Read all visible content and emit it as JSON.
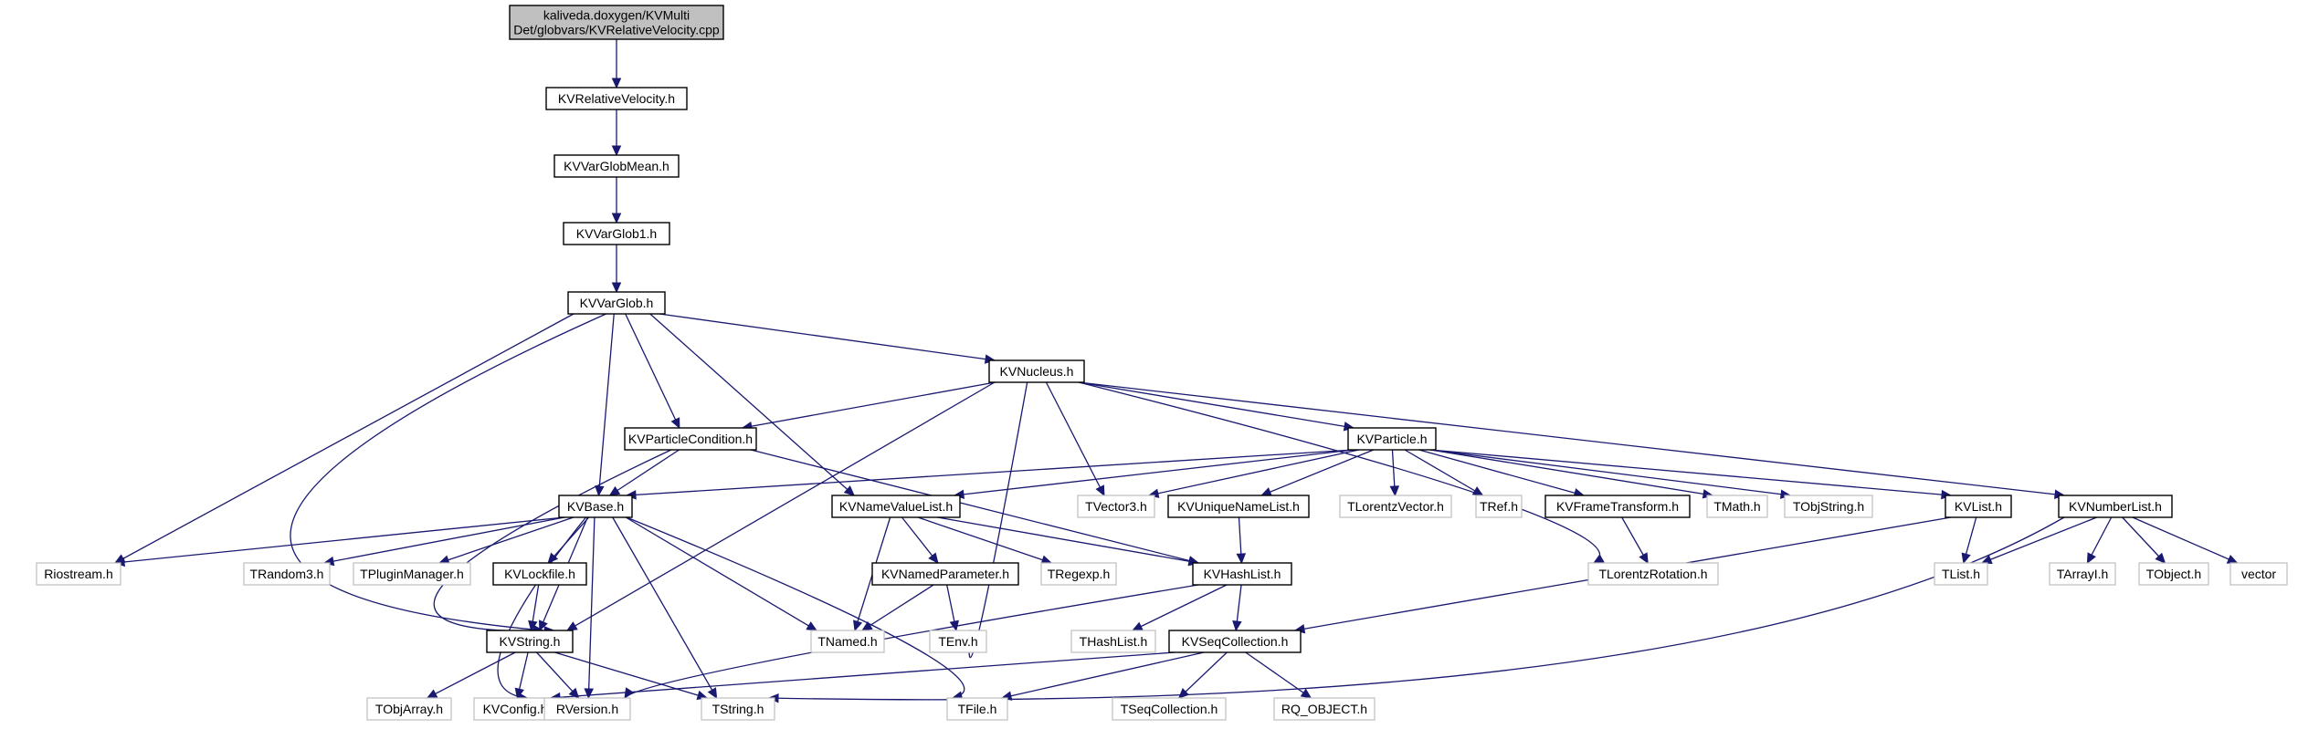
{
  "graph": {
    "nodes": [
      {
        "id": "root",
        "label": "kaliveda.doxygen/KVMulti\nDet/globvars/KVRelativeVelocity.cpp",
        "kind": "root"
      },
      {
        "id": "KVRelativeVelocity",
        "label": "KVRelativeVelocity.h",
        "kind": "doc"
      },
      {
        "id": "KVVarGlobMean",
        "label": "KVVarGlobMean.h",
        "kind": "doc"
      },
      {
        "id": "KVVarGlob1",
        "label": "KVVarGlob1.h",
        "kind": "doc"
      },
      {
        "id": "KVVarGlob",
        "label": "KVVarGlob.h",
        "kind": "doc"
      },
      {
        "id": "KVNucleus",
        "label": "KVNucleus.h",
        "kind": "doc"
      },
      {
        "id": "KVParticleCondition",
        "label": "KVParticleCondition.h",
        "kind": "doc"
      },
      {
        "id": "KVParticle",
        "label": "KVParticle.h",
        "kind": "doc"
      },
      {
        "id": "KVBase",
        "label": "KVBase.h",
        "kind": "doc"
      },
      {
        "id": "KVNameValueList",
        "label": "KVNameValueList.h",
        "kind": "doc"
      },
      {
        "id": "TVector3",
        "label": "TVector3.h",
        "kind": "sys"
      },
      {
        "id": "KVUniqueNameList",
        "label": "KVUniqueNameList.h",
        "kind": "doc"
      },
      {
        "id": "TLorentzVector",
        "label": "TLorentzVector.h",
        "kind": "sys"
      },
      {
        "id": "TRef",
        "label": "TRef.h",
        "kind": "sys"
      },
      {
        "id": "KVFrameTransform",
        "label": "KVFrameTransform.h",
        "kind": "doc"
      },
      {
        "id": "TMath",
        "label": "TMath.h",
        "kind": "sys"
      },
      {
        "id": "TObjString",
        "label": "TObjString.h",
        "kind": "sys"
      },
      {
        "id": "KVList",
        "label": "KVList.h",
        "kind": "doc"
      },
      {
        "id": "KVNumberList",
        "label": "KVNumberList.h",
        "kind": "doc"
      },
      {
        "id": "Riostream",
        "label": "Riostream.h",
        "kind": "sys"
      },
      {
        "id": "TRandom3",
        "label": "TRandom3.h",
        "kind": "sys"
      },
      {
        "id": "TPluginManager",
        "label": "TPluginManager.h",
        "kind": "sys"
      },
      {
        "id": "KVLockfile",
        "label": "KVLockfile.h",
        "kind": "doc"
      },
      {
        "id": "KVNamedParameter",
        "label": "KVNamedParameter.h",
        "kind": "doc"
      },
      {
        "id": "TRegexp",
        "label": "TRegexp.h",
        "kind": "sys"
      },
      {
        "id": "KVHashList",
        "label": "KVHashList.h",
        "kind": "doc"
      },
      {
        "id": "TLorentzRotation",
        "label": "TLorentzRotation.h",
        "kind": "sys"
      },
      {
        "id": "TList",
        "label": "TList.h",
        "kind": "sys"
      },
      {
        "id": "TArrayI",
        "label": "TArrayI.h",
        "kind": "sys"
      },
      {
        "id": "TObject",
        "label": "TObject.h",
        "kind": "sys"
      },
      {
        "id": "vector",
        "label": "vector",
        "kind": "sys"
      },
      {
        "id": "KVString",
        "label": "KVString.h",
        "kind": "doc"
      },
      {
        "id": "TNamed",
        "label": "TNamed.h",
        "kind": "sys"
      },
      {
        "id": "TEnv",
        "label": "TEnv.h",
        "kind": "sys"
      },
      {
        "id": "THashList",
        "label": "THashList.h",
        "kind": "sys"
      },
      {
        "id": "KVSeqCollection",
        "label": "KVSeqCollection.h",
        "kind": "doc"
      },
      {
        "id": "TObjArray",
        "label": "TObjArray.h",
        "kind": "sys"
      },
      {
        "id": "KVConfig",
        "label": "KVConfig.h",
        "kind": "sys"
      },
      {
        "id": "RVersion",
        "label": "RVersion.h",
        "kind": "sys"
      },
      {
        "id": "TString",
        "label": "TString.h",
        "kind": "sys"
      },
      {
        "id": "TFile",
        "label": "TFile.h",
        "kind": "sys"
      },
      {
        "id": "TSeqCollection",
        "label": "TSeqCollection.h",
        "kind": "sys"
      },
      {
        "id": "RQ_OBJECT",
        "label": "RQ_OBJECT.h",
        "kind": "sys"
      }
    ],
    "edges": [
      [
        "root",
        "KVRelativeVelocity"
      ],
      [
        "KVRelativeVelocity",
        "KVVarGlobMean"
      ],
      [
        "KVVarGlobMean",
        "KVVarGlob1"
      ],
      [
        "KVVarGlob1",
        "KVVarGlob"
      ],
      [
        "KVVarGlob",
        "KVNucleus"
      ],
      [
        "KVVarGlob",
        "KVParticleCondition"
      ],
      [
        "KVVarGlob",
        "KVBase"
      ],
      [
        "KVVarGlob",
        "KVNameValueList"
      ],
      [
        "KVVarGlob",
        "Riostream"
      ],
      [
        "KVVarGlob",
        "KVString"
      ],
      [
        "KVNucleus",
        "KVParticleCondition"
      ],
      [
        "KVNucleus",
        "KVParticle"
      ],
      [
        "KVNucleus",
        "TVector3"
      ],
      [
        "KVNucleus",
        "TLorentzRotation"
      ],
      [
        "KVNucleus",
        "KVNumberList"
      ],
      [
        "KVNucleus",
        "KVString"
      ],
      [
        "KVNucleus",
        "TEnv"
      ],
      [
        "KVParticleCondition",
        "KVBase"
      ],
      [
        "KVParticleCondition",
        "KVHashList"
      ],
      [
        "KVParticleCondition",
        "KVString"
      ],
      [
        "KVParticle",
        "KVBase"
      ],
      [
        "KVParticle",
        "KVNameValueList"
      ],
      [
        "KVParticle",
        "TVector3"
      ],
      [
        "KVParticle",
        "KVUniqueNameList"
      ],
      [
        "KVParticle",
        "TLorentzVector"
      ],
      [
        "KVParticle",
        "TRef"
      ],
      [
        "KVParticle",
        "KVFrameTransform"
      ],
      [
        "KVParticle",
        "TMath"
      ],
      [
        "KVParticle",
        "TObjString"
      ],
      [
        "KVParticle",
        "KVList"
      ],
      [
        "KVBase",
        "Riostream"
      ],
      [
        "KVBase",
        "TRandom3"
      ],
      [
        "KVBase",
        "TPluginManager"
      ],
      [
        "KVBase",
        "KVLockfile"
      ],
      [
        "KVBase",
        "KVString"
      ],
      [
        "KVBase",
        "TNamed"
      ],
      [
        "KVBase",
        "RVersion"
      ],
      [
        "KVBase",
        "TString"
      ],
      [
        "KVBase",
        "TFile"
      ],
      [
        "KVBase",
        "KVConfig"
      ],
      [
        "KVNameValueList",
        "KVNamedParameter"
      ],
      [
        "KVNameValueList",
        "TRegexp"
      ],
      [
        "KVNameValueList",
        "KVHashList"
      ],
      [
        "KVNameValueList",
        "TNamed"
      ],
      [
        "KVUniqueNameList",
        "KVHashList"
      ],
      [
        "KVFrameTransform",
        "TLorentzRotation"
      ],
      [
        "KVList",
        "TList"
      ],
      [
        "KVList",
        "KVSeqCollection"
      ],
      [
        "KVNumberList",
        "TList"
      ],
      [
        "KVNumberList",
        "TArrayI"
      ],
      [
        "KVNumberList",
        "TObject"
      ],
      [
        "KVNumberList",
        "vector"
      ],
      [
        "KVNumberList",
        "TString"
      ],
      [
        "KVLockfile",
        "KVString"
      ],
      [
        "KVNamedParameter",
        "TNamed"
      ],
      [
        "KVNamedParameter",
        "TEnv"
      ],
      [
        "KVHashList",
        "THashList"
      ],
      [
        "KVHashList",
        "KVSeqCollection"
      ],
      [
        "KVHashList",
        "RVersion"
      ],
      [
        "KVString",
        "TObjArray"
      ],
      [
        "KVString",
        "KVConfig"
      ],
      [
        "KVString",
        "RVersion"
      ],
      [
        "KVString",
        "TString"
      ],
      [
        "KVSeqCollection",
        "KVConfig"
      ],
      [
        "KVSeqCollection",
        "TFile"
      ],
      [
        "KVSeqCollection",
        "TSeqCollection"
      ],
      [
        "KVSeqCollection",
        "RQ_OBJECT"
      ]
    ]
  }
}
